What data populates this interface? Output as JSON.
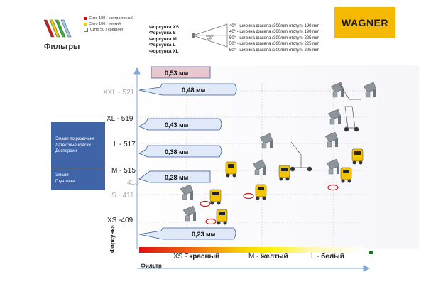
{
  "filters": {
    "title": "Фильтры",
    "legend": [
      {
        "label": "Сито 180 / экстра тонкий",
        "color": "#d01010"
      },
      {
        "label": "Сито 100 / тонкий",
        "color": "#e8d000"
      },
      {
        "label": "Сито 50 / средний",
        "color": "#ffffff"
      }
    ]
  },
  "nozzles": {
    "names": [
      "Форсунка XS",
      "Форсунка S",
      "Форсунка M",
      "Форсунка L",
      "Форсунка XL"
    ],
    "specs": [
      "40° - ширина факела (300mm отступ) 190 mm",
      "40° - ширина факела (300mm отступ) 190 mm",
      "50° - ширина факела (300mm отступ) 225 mm",
      "50° - ширина факела (300mm отступ) 225 mm",
      "50° - ширина факела (300mm отступ) 225 mm"
    ],
    "angle_label": "Angle",
    "angle_value": "50°"
  },
  "logo": {
    "text": "WAGNER"
  },
  "chart": {
    "levels": [
      "XS -409",
      "S - 411",
      "413",
      "M - 515",
      "L - 517",
      "XL - 519",
      "XXL - 521"
    ],
    "bubbles": [
      "0,23 мм",
      "0,28 мм",
      "0,38 мм",
      "0,43 мм",
      "0,48 мм",
      "0,53 мм"
    ],
    "material_boxes": {
      "top": [
        "Эмали по ржавчине",
        "Латексные краски",
        "Дисперсии"
      ],
      "bottom": [
        "Эмали",
        "Грунтовки"
      ]
    },
    "filter_labels": [
      {
        "size": "XS",
        "color_name": "красный",
        "marker": "#d01010"
      },
      {
        "size": "M",
        "color_name": "желтый",
        "marker": "#fff200"
      },
      {
        "size": "L",
        "color_name": "белый",
        "marker": "#ffffff"
      }
    ],
    "end_marker_color": "#1a7a1a",
    "x_axis_title": "Фильтр",
    "y_axis_title": "Форсунка"
  },
  "colors": {
    "brand": "#f4b900",
    "panel": "#3f64a8",
    "bubble_fill": "#dfe9f8",
    "bubble_highlight": "#e8c8cf"
  }
}
